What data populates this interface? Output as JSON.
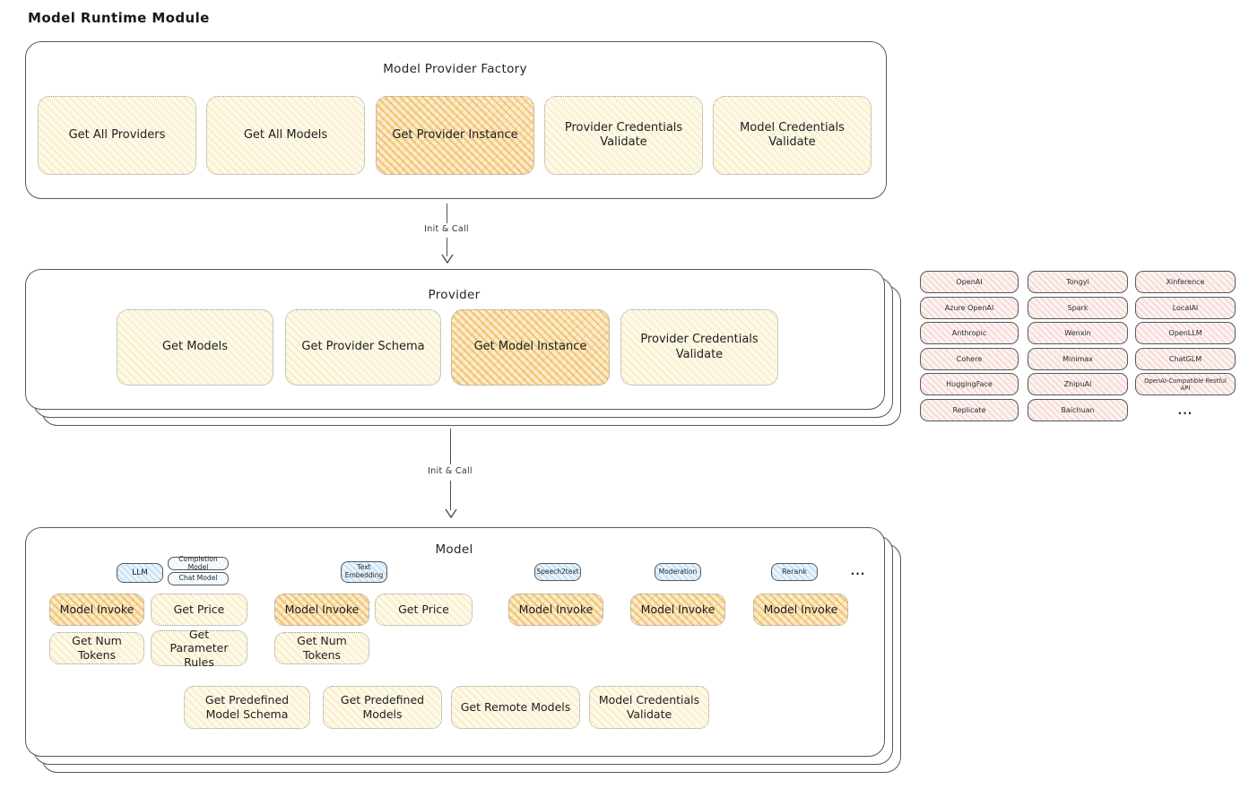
{
  "page": {
    "title": "Model Runtime Module"
  },
  "arrows": {
    "label1": "Init & Call",
    "label2": "Init & Call"
  },
  "factory": {
    "title": "Model Provider Factory",
    "buttons": [
      {
        "label": "Get All Providers",
        "highlighted": false
      },
      {
        "label": "Get All Models",
        "highlighted": false
      },
      {
        "label": "Get Provider Instance",
        "highlighted": true
      },
      {
        "label": "Provider Credentials Validate",
        "highlighted": false
      },
      {
        "label": "Model Credentials Validate",
        "highlighted": false
      }
    ]
  },
  "provider": {
    "title": "Provider",
    "buttons": [
      {
        "label": "Get Models",
        "highlighted": false
      },
      {
        "label": "Get Provider Schema",
        "highlighted": false
      },
      {
        "label": "Get Model Instance",
        "highlighted": true
      },
      {
        "label": "Provider Credentials Validate",
        "highlighted": false
      }
    ]
  },
  "providers_grid": {
    "items": [
      "OpenAI",
      "Tongyi",
      "Xinference",
      "Azure OpenAI",
      "Spark",
      "LocalAI",
      "Anthropic",
      "Wenxin",
      "OpenLLM",
      "Cohere",
      "Minimax",
      "ChatGLM",
      "HuggingFace",
      "ZhipuAI",
      "OpenAI-Compatible Restful API",
      "Replicate",
      "Baichuan"
    ],
    "ellipsis": "..."
  },
  "model": {
    "title": "Model",
    "tabs": [
      "LLM",
      "Completion Model",
      "Chat Model",
      "Text Embedding",
      "Speech2text",
      "Moderation",
      "Rerank"
    ],
    "tabs_ellipsis": "...",
    "row1": [
      {
        "label": "Model Invoke",
        "highlighted": true
      },
      {
        "label": "Get Price",
        "highlighted": false
      },
      {
        "label": "Model Invoke",
        "highlighted": true
      },
      {
        "label": "Get Price",
        "highlighted": false
      },
      {
        "label": "Model Invoke",
        "highlighted": true
      },
      {
        "label": "Model Invoke",
        "highlighted": true
      },
      {
        "label": "Model Invoke",
        "highlighted": true
      }
    ],
    "row2": [
      {
        "label": "Get Num Tokens"
      },
      {
        "label": "Get Parameter Rules"
      },
      {
        "label": "Get Num Tokens"
      }
    ],
    "row3": [
      {
        "label": "Get Predefined Model Schema"
      },
      {
        "label": "Get Predefined Models"
      },
      {
        "label": "Get Remote Models"
      },
      {
        "label": "Model Credentials Validate"
      }
    ]
  },
  "colors": {
    "highlight_orange": "#f3c47e",
    "button_cream": "#fdf6e0",
    "provider_pink": "#f8ddd9",
    "tab_blue": "#d9ebf8",
    "outline_dark": "#55585c",
    "outline_dotted": "#97989a"
  }
}
